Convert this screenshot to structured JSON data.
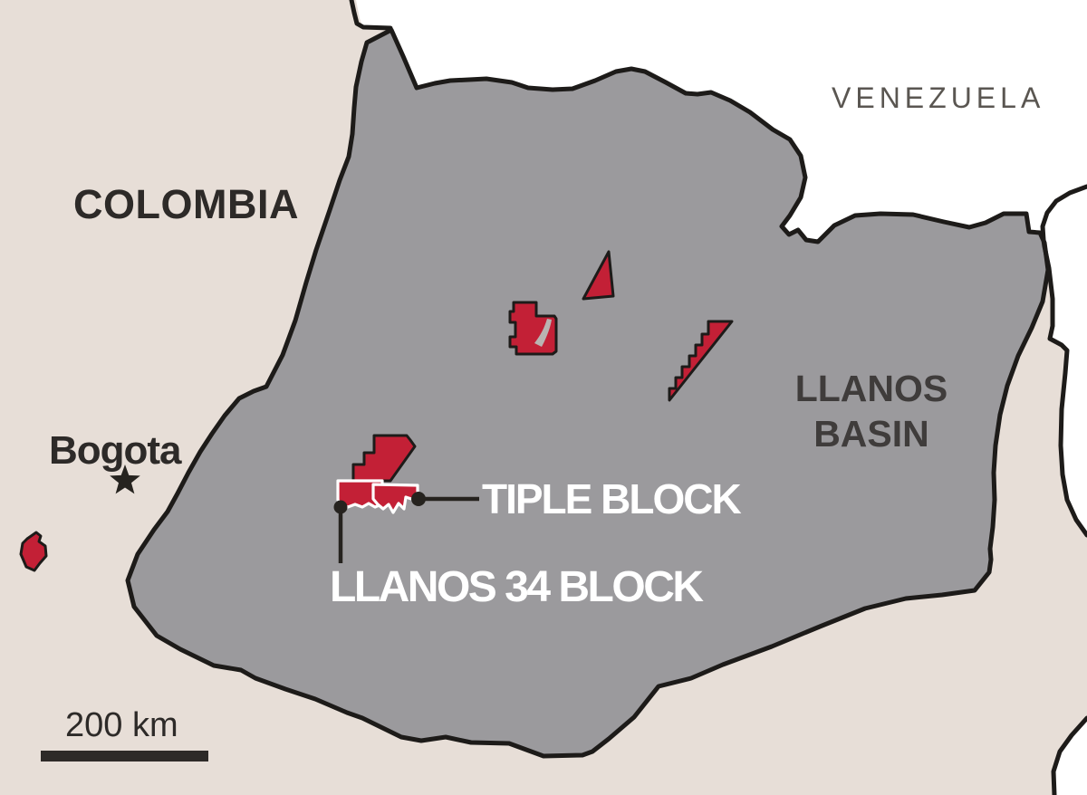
{
  "map": {
    "country_labels": {
      "colombia": "COLOMBIA",
      "venezuela": "VENEZUELA"
    },
    "basin_label": {
      "line1": "LLANOS",
      "line2": "BASIN"
    },
    "city": {
      "name": "Bogota"
    },
    "block_labels": {
      "tiple": "TIPLE BLOCK",
      "llanos34": "LLANOS 34 BLOCK"
    },
    "scale_bar": {
      "label": "200 km"
    },
    "colors": {
      "land": "#e7ded7",
      "foreign": "#ffffff",
      "basin": "#9b9a9d",
      "block": "#c32036",
      "outline": "#1d1b19",
      "dark_text": "#2d2a28"
    }
  }
}
